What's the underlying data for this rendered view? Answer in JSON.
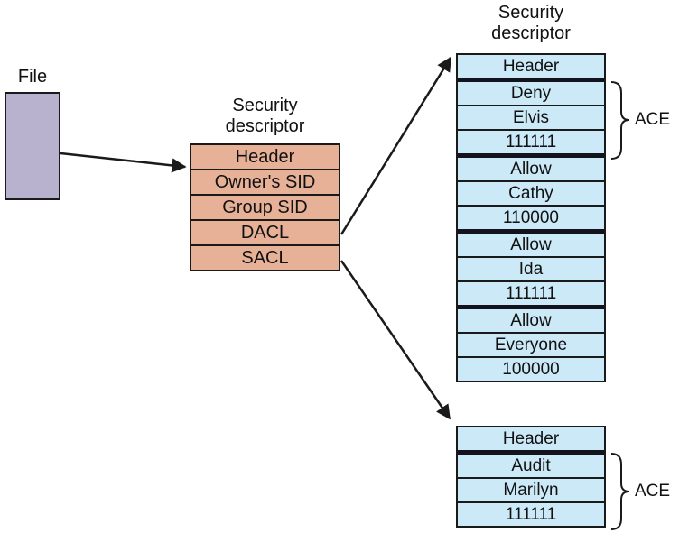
{
  "colors": {
    "file_fill": "#b9b2cf",
    "descriptor_fill": "#e7b197",
    "acl_fill": "#cbe9f7",
    "separator": "#13131d",
    "line": "#1a1a1a"
  },
  "file": {
    "label": "File"
  },
  "security_descriptor": {
    "title_line1": "Security",
    "title_line2": "descriptor",
    "rows": [
      "Header",
      "Owner's SID",
      "Group SID",
      "DACL",
      "SACL"
    ]
  },
  "dacl_table": {
    "title_line1": "Security",
    "title_line2": "descriptor",
    "header": "Header",
    "aces": [
      {
        "type": "Deny",
        "who": "Elvis",
        "mask": "111111"
      },
      {
        "type": "Allow",
        "who": "Cathy",
        "mask": "110000"
      },
      {
        "type": "Allow",
        "who": "Ida",
        "mask": "111111"
      },
      {
        "type": "Allow",
        "who": "Everyone",
        "mask": "100000"
      }
    ],
    "ace_label": "ACE"
  },
  "sacl_table": {
    "header": "Header",
    "aces": [
      {
        "type": "Audit",
        "who": "Marilyn",
        "mask": "111111"
      }
    ],
    "ace_label": "ACE"
  }
}
